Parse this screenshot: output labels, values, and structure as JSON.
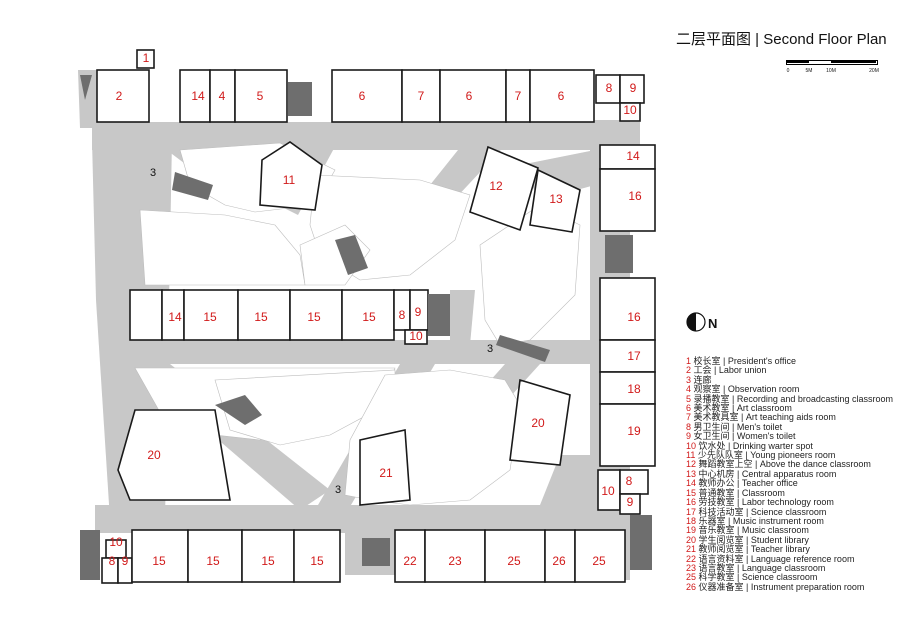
{
  "title": "二层平面图 | Second Floor Plan",
  "scale": {
    "ticks": [
      "0",
      "5M",
      "10M",
      "20M"
    ]
  },
  "north_label": "N",
  "colors": {
    "corridor": "#c8c8c8",
    "room_label": "#d11a1a",
    "wall": "#1a1a1a",
    "stair": "#6e6e6e"
  },
  "rooms": [
    {
      "n": "1"
    },
    {
      "n": "2"
    },
    {
      "n": "14"
    },
    {
      "n": "4"
    },
    {
      "n": "5"
    },
    {
      "n": "6"
    },
    {
      "n": "7"
    },
    {
      "n": "6"
    },
    {
      "n": "7"
    },
    {
      "n": "6"
    },
    {
      "n": "8"
    },
    {
      "n": "9"
    },
    {
      "n": "10"
    },
    {
      "n": "11"
    },
    {
      "n": "12"
    },
    {
      "n": "13"
    },
    {
      "n": "14"
    },
    {
      "n": "16"
    },
    {
      "n": "14"
    },
    {
      "n": "15"
    },
    {
      "n": "15"
    },
    {
      "n": "15"
    },
    {
      "n": "15"
    },
    {
      "n": "8"
    },
    {
      "n": "9"
    },
    {
      "n": "10"
    },
    {
      "n": "16"
    },
    {
      "n": "17"
    },
    {
      "n": "18"
    },
    {
      "n": "19"
    },
    {
      "n": "20"
    },
    {
      "n": "20"
    },
    {
      "n": "21"
    },
    {
      "n": "8"
    },
    {
      "n": "10"
    },
    {
      "n": "9"
    },
    {
      "n": "10"
    },
    {
      "n": "8"
    },
    {
      "n": "9"
    },
    {
      "n": "15"
    },
    {
      "n": "15"
    },
    {
      "n": "15"
    },
    {
      "n": "15"
    },
    {
      "n": "22"
    },
    {
      "n": "23"
    },
    {
      "n": "25"
    },
    {
      "n": "26"
    },
    {
      "n": "25"
    }
  ],
  "corridor_labels": [
    {
      "n": "3"
    },
    {
      "n": "3"
    },
    {
      "n": "3"
    }
  ],
  "legend": [
    {
      "num": "1",
      "text": "校长室 | President's office"
    },
    {
      "num": "2",
      "text": "工会 | Labor union"
    },
    {
      "num": "3",
      "text": "连廊"
    },
    {
      "num": "4",
      "text": "观察室 | Observation room"
    },
    {
      "num": "5",
      "text": "录播教室 | Recording and broadcasting classroom"
    },
    {
      "num": "6",
      "text": "美术教室 | Art classroom"
    },
    {
      "num": "7",
      "text": "美术教具室 | Art teaching aids room"
    },
    {
      "num": "8",
      "text": "男卫生间 | Men's toilet"
    },
    {
      "num": "9",
      "text": "女卫生间 | Women's toilet"
    },
    {
      "num": "10",
      "text": "饮水处 | Drinking warter spot"
    },
    {
      "num": "11",
      "text": "少先队队室 | Young pioneers room"
    },
    {
      "num": "12",
      "text": "舞蹈教室上空 | Above the dance classroom"
    },
    {
      "num": "13",
      "text": "中心机房 | Central apparatus room"
    },
    {
      "num": "14",
      "text": "教师办公 | Teacher office"
    },
    {
      "num": "15",
      "text": "普通教室 | Classroom"
    },
    {
      "num": "16",
      "text": "劳技教室 | Labor technology room"
    },
    {
      "num": "17",
      "text": "科技活动室 | Science classroom"
    },
    {
      "num": "18",
      "text": "乐器室 | Music instrument room"
    },
    {
      "num": "19",
      "text": "音乐教室 | Music classroom"
    },
    {
      "num": "20",
      "text": "学生阅览室 | Student library"
    },
    {
      "num": "21",
      "text": "教师阅览室 | Teacher library"
    },
    {
      "num": "22",
      "text": "语言资料室 | Language reference room"
    },
    {
      "num": "23",
      "text": "语言教室 | Language classroom"
    },
    {
      "num": "25",
      "text": "科学教室 | Science classroom"
    },
    {
      "num": "26",
      "text": "仪器准备室 | Instrument preparation room"
    }
  ]
}
